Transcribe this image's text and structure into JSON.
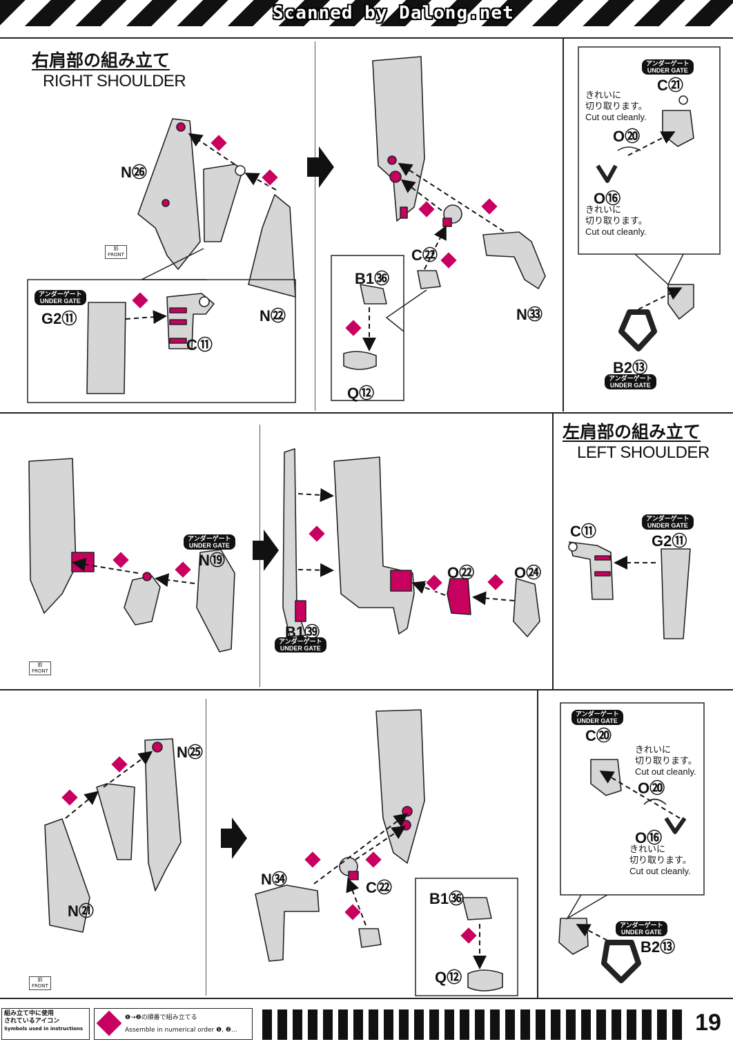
{
  "header": {
    "scan_credit": "Scanned by Dalong.net"
  },
  "under_gate": {
    "jp": "アンダーゲート",
    "en": "UNDER GATE"
  },
  "cut_note": {
    "jp_line1": "きれいに",
    "jp_line2": "切り取ります。",
    "en": "Cut out cleanly."
  },
  "front_icon": {
    "jp": "前",
    "en": "FRONT"
  },
  "right_shoulder": {
    "title_jp": "右肩部の組み立て",
    "title_en": "RIGHT SHOULDER",
    "parts": {
      "n26": "N㉖",
      "n22": "N㉒",
      "g2_11": "G2⑪",
      "c11": "C⑪",
      "c22": "C㉒",
      "b1_36": "B1㊱",
      "q12": "Q⑫",
      "n33": "N㉝",
      "c21": "C㉑",
      "o20": "O⑳",
      "o16": "O⑯",
      "b2_13": "B2⑬"
    }
  },
  "middle_row": {
    "parts": {
      "n19": "N⑲",
      "b1_39": "B1㊴",
      "o22": "O㉒",
      "o24": "O㉔"
    }
  },
  "left_shoulder": {
    "title_jp": "左肩部の組み立て",
    "title_en": "LEFT SHOULDER",
    "parts": {
      "c11": "C⑪",
      "g2_11": "G2⑪",
      "n25": "N㉕",
      "n21": "N㉑",
      "n34": "N㉞",
      "c22": "C㉒",
      "b1_36": "B1㊱",
      "q12": "Q⑫",
      "c20": "C⑳",
      "o20": "O⑳",
      "o16": "O⑯",
      "b2_13": "B2⑬"
    }
  },
  "footer": {
    "legend_jp_line1": "組み立て中に使用",
    "legend_jp_line2": "されているアイコン",
    "legend_en": "Symbols used in instructions",
    "assemble_jp": "❶→❷の順番で組み立てる",
    "assemble_en": "Assemble in numerical order ❶, ❷...",
    "page_number": "19"
  },
  "colors": {
    "accent": "#c8005f",
    "part_gray": "#d6d6d6",
    "line": "#222222"
  }
}
